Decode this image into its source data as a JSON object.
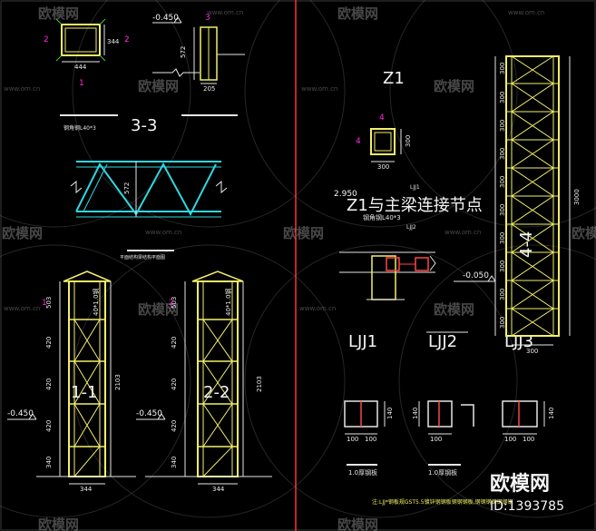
{
  "sections": {
    "s33_title": "3-3",
    "z1_title": "Z1",
    "z1_node_title": "Z1与主梁连接节点",
    "ljj1": "LJJ1",
    "ljj2": "LJJ2",
    "ljj3": "LJJ3",
    "c11": "1-1",
    "c22": "2-2",
    "c44": "4-4"
  },
  "notes": {
    "angle_a": "钢角钢L40*3",
    "angle_b": "钢角钢L40*3",
    "plan_title": "平面结构梁结构平面图",
    "thk_a": "1.0厚钢板",
    "thk_b": "1.0厚钢板",
    "bottom_note": "注:LJJ*钢板规GST5.5镀锌钢钢板钢钢钢板,钢钢钢钢钢钢钢"
  },
  "elevations": {
    "e0450_a": "-0.450",
    "e0450_b": "-0.450",
    "e0450_c": "-0.450",
    "e0050": "-0.050",
    "e2950": "2.950"
  },
  "dims": {
    "d444a": "444",
    "d344a": "344",
    "d572a": "572",
    "d205": "205",
    "d572b": "572",
    "d503a": "503",
    "d420": "420",
    "d340": "340",
    "d2103a": "2103",
    "d344b": "344",
    "d503b": "503",
    "d2103b": "2103",
    "d40x10a": "40*1.0钢",
    "d40x10b": "40*1.0钢",
    "d300": "300",
    "d3000": "3000",
    "d100": "100",
    "d140": "140",
    "mark2": "2",
    "mark1": "1",
    "mark3": "3",
    "mark4": "4"
  },
  "watermark": {
    "brand": "欧模网",
    "url": "www.om.cn",
    "logo": "欧模网",
    "id": "ID:1393785"
  },
  "colors": {
    "background": "#000000",
    "cyan": "#30d7de",
    "yellow": "#f3ef6a",
    "magenta": "#ff2bd6",
    "red_divider": "#ff3030",
    "green": "#3ecb3e"
  }
}
